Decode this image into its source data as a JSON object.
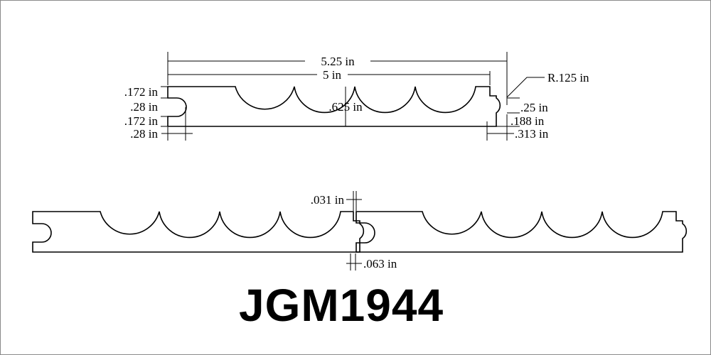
{
  "part_number": "JGM1944",
  "dimensions": {
    "overall_width": "5.25 in",
    "face_width": "5 in",
    "thickness": ".625 in",
    "groove_top": ".172 in",
    "groove_height": ".28 in",
    "groove_bottom": ".172 in",
    "groove_depth": ".28 in",
    "tongue_radius": "R.125 in",
    "tongue_height": ".25 in",
    "tongue_bottom": ".188 in",
    "tongue_length": ".313 in",
    "joint_gap_top": ".031 in",
    "joint_gap_bottom": ".063 in"
  },
  "colors": {
    "line": "#000000",
    "background": "#ffffff",
    "border": "#8a8a8a"
  }
}
